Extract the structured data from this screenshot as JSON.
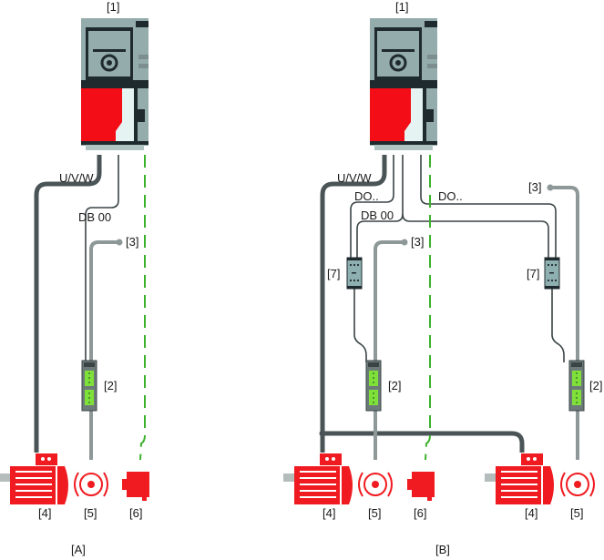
{
  "colors": {
    "power_cable": "#4a5456",
    "signal_cable": "#3a4446",
    "brake_cable": "#8e9898",
    "encoder_cable": "#3bb12b",
    "inverter_body": "#94acac",
    "inverter_dark": "#1f2a2e",
    "inverter_red": "#f20d17",
    "inverter_light": "#e6f3f3",
    "motor_red": "#f01b20",
    "module_green": "#7fe03a",
    "module_body": "#6d7a7a",
    "relay_body": "#8fb0b0"
  },
  "panels": [
    {
      "id": "A",
      "label": "[A]",
      "inverter_label": "[1]",
      "cable_labels": {
        "power": "U/V/W",
        "brake_control": "DB 00"
      },
      "brake_supply_label": "[3]",
      "brake_module_label": "[2]",
      "motor_label": "[4]",
      "brake_label": "[5]",
      "encoder_label": "[6]"
    },
    {
      "id": "B",
      "label": "[B]",
      "inverter_label": "[1]",
      "cable_labels": {
        "power": "U/V/W",
        "digital_out_1": "DO..",
        "brake_control": "DB 00",
        "digital_out_2": "DO.."
      },
      "brake_supply_labels": [
        "[3]",
        "[3]"
      ],
      "relay_labels": [
        "[7]",
        "[7]"
      ],
      "brake_module_labels": [
        "[2]",
        "[2]"
      ],
      "motor_labels": [
        "[4]",
        "[4]"
      ],
      "brake_labels": [
        "[5]",
        "[5]"
      ],
      "encoder_label": "[6]"
    }
  ]
}
